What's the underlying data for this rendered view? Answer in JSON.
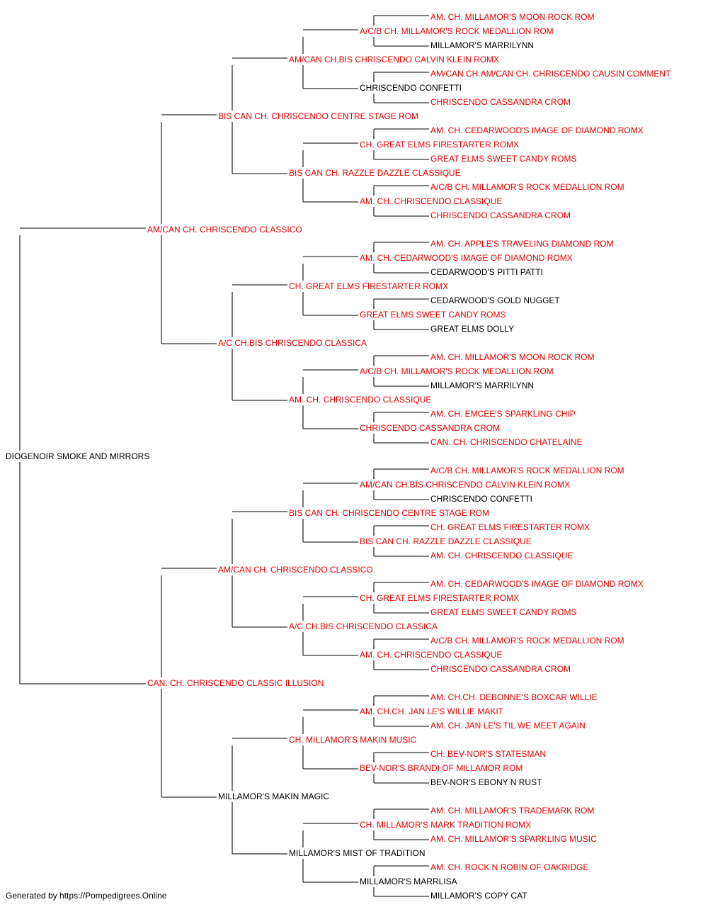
{
  "colors": {
    "titled": "#ee0000",
    "untitled": "#000000",
    "line": "#333333"
  },
  "pedigree": {
    "name": "DIOGENOIR SMOKE AND MIRRORS",
    "titled": false,
    "sire": {
      "name": "AM/CAN CH. CHRISCENDO CLASSICO",
      "titled": true,
      "sire": {
        "name": "BIS CAN CH. CHRISCENDO CENTRE STAGE ROM",
        "titled": true,
        "sire": {
          "name": "AM/CAN CH.BIS CHRISCENDO CALVIN KLEIN ROMX",
          "titled": true,
          "sire": {
            "name": "A/C/B CH. MILLAMOR'S ROCK MEDALLION ROM",
            "titled": true,
            "sire": {
              "name": "AM. CH. MILLAMOR'S MOON ROCK ROM",
              "titled": true
            },
            "dam": {
              "name": "MILLAMOR'S MARRILYNN",
              "titled": false
            }
          },
          "dam": {
            "name": "CHRISCENDO CONFETTI",
            "titled": false,
            "sire": {
              "name": "AM/CAN CH.AM/CAN CH. CHRISCENDO CAUSIN COMMENT",
              "titled": true
            },
            "dam": {
              "name": "CHRISCENDO CASSANDRA CROM",
              "titled": true
            }
          }
        },
        "dam": {
          "name": "BIS CAN CH. RAZZLE DAZZLE CLASSIQUE",
          "titled": true,
          "sire": {
            "name": "CH. GREAT ELMS FIRESTARTER ROMX",
            "titled": true,
            "sire": {
              "name": "AM. CH. CEDARWOOD'S IMAGE OF DIAMOND ROMX",
              "titled": true
            },
            "dam": {
              "name": "GREAT ELMS SWEET CANDY ROMS",
              "titled": true
            }
          },
          "dam": {
            "name": "AM. CH. CHRISCENDO CLASSIQUE",
            "titled": true,
            "sire": {
              "name": "A/C/B CH. MILLAMOR'S ROCK MEDALLION ROM",
              "titled": true
            },
            "dam": {
              "name": "CHRISCENDO CASSANDRA CROM",
              "titled": true
            }
          }
        }
      },
      "dam": {
        "name": "A/C CH.BIS CHRISCENDO CLASSICA",
        "titled": true,
        "sire": {
          "name": "CH. GREAT ELMS FIRESTARTER ROMX",
          "titled": true,
          "sire": {
            "name": "AM. CH. CEDARWOOD'S IMAGE OF DIAMOND ROMX",
            "titled": true,
            "sire": {
              "name": "AM. CH. APPLE'S TRAVELING DIAMOND ROM",
              "titled": true
            },
            "dam": {
              "name": "CEDARWOOD'S PITTI PATTI",
              "titled": false
            }
          },
          "dam": {
            "name": "GREAT ELMS SWEET CANDY ROMS",
            "titled": true,
            "sire": {
              "name": "CEDARWOOD'S GOLD NUGGET",
              "titled": false
            },
            "dam": {
              "name": "GREAT ELMS DOLLY",
              "titled": false
            }
          }
        },
        "dam": {
          "name": "AM. CH. CHRISCENDO CLASSIQUE",
          "titled": true,
          "sire": {
            "name": "A/C/B CH. MILLAMOR'S ROCK MEDALLION ROM",
            "titled": true,
            "sire": {
              "name": "AM. CH. MILLAMOR'S MOON ROCK ROM",
              "titled": true
            },
            "dam": {
              "name": "MILLAMOR'S MARRILYNN",
              "titled": false
            }
          },
          "dam": {
            "name": "CHRISCENDO CASSANDRA CROM",
            "titled": true,
            "sire": {
              "name": "AM. CH. EMCEE'S SPARKLING CHIP",
              "titled": true
            },
            "dam": {
              "name": "CAN. CH. CHRISCENDO CHATELAINE",
              "titled": true
            }
          }
        }
      }
    },
    "dam": {
      "name": "CAN. CH. CHRISCENDO CLASSIC ILLUSION",
      "titled": true,
      "sire": {
        "name": "AM/CAN CH. CHRISCENDO CLASSICO",
        "titled": true,
        "sire": {
          "name": "BIS CAN CH. CHRISCENDO CENTRE STAGE ROM",
          "titled": true,
          "sire": {
            "name": "AM/CAN CH.BIS CHRISCENDO CALVIN KLEIN ROMX",
            "titled": true,
            "sire": {
              "name": "A/C/B CH. MILLAMOR'S ROCK MEDALLION ROM",
              "titled": true
            },
            "dam": {
              "name": "CHRISCENDO CONFETTI",
              "titled": false
            }
          },
          "dam": {
            "name": "BIS CAN CH. RAZZLE DAZZLE CLASSIQUE",
            "titled": true,
            "sire": {
              "name": "CH. GREAT ELMS FIRESTARTER ROMX",
              "titled": true
            },
            "dam": {
              "name": "AM. CH. CHRISCENDO CLASSIQUE",
              "titled": true
            }
          }
        },
        "dam": {
          "name": "A/C CH.BIS CHRISCENDO CLASSICA",
          "titled": true,
          "sire": {
            "name": "CH. GREAT ELMS FIRESTARTER ROMX",
            "titled": true,
            "sire": {
              "name": "AM. CH. CEDARWOOD'S IMAGE OF DIAMOND ROMX",
              "titled": true
            },
            "dam": {
              "name": "GREAT ELMS SWEET CANDY ROMS",
              "titled": true
            }
          },
          "dam": {
            "name": "AM. CH. CHRISCENDO CLASSIQUE",
            "titled": true,
            "sire": {
              "name": "A/C/B CH. MILLAMOR'S ROCK MEDALLION ROM",
              "titled": true
            },
            "dam": {
              "name": "CHRISCENDO CASSANDRA CROM",
              "titled": true
            }
          }
        }
      },
      "dam": {
        "name": "MILLAMOR'S MAKIN MAGIC",
        "titled": false,
        "sire": {
          "name": "CH. MILLAMOR'S MAKIN MUSIC",
          "titled": true,
          "sire": {
            "name": "AM. CH.CH. JAN LE'S WILLIE MAKIT",
            "titled": true,
            "sire": {
              "name": "AM. CH.CH. DEBONNE'S BOXCAR WILLIE",
              "titled": true
            },
            "dam": {
              "name": "AM. CH. JAN LE'S TIL WE MEET AGAIN",
              "titled": true
            }
          },
          "dam": {
            "name": "BEV-NOR'S BRANDI OF MILLAMOR ROM",
            "titled": true,
            "sire": {
              "name": "CH. BEV-NOR'S STATESMAN",
              "titled": true
            },
            "dam": {
              "name": "BEV-NOR'S EBONY N RUST",
              "titled": false
            }
          }
        },
        "dam": {
          "name": "MILLAMOR'S MIST OF TRADITION",
          "titled": false,
          "sire": {
            "name": "CH. MILLAMOR'S MARK TRADITION ROMX",
            "titled": true,
            "sire": {
              "name": "AM. CH. MILLAMOR'S TRADEMARK ROM",
              "titled": true
            },
            "dam": {
              "name": "AM. CH. MILLAMOR'S SPARKLING MUSIC",
              "titled": true
            }
          },
          "dam": {
            "name": "MILLAMOR'S MARRLISA",
            "titled": false,
            "sire": {
              "name": "AM. CH. ROCK N ROBIN OF OAKRIDGE",
              "titled": true
            },
            "dam": {
              "name": "MILLAMOR'S COPY CAT",
              "titled": false
            }
          }
        }
      }
    }
  },
  "footer": "Generated by https://Pompedigrees.Online"
}
